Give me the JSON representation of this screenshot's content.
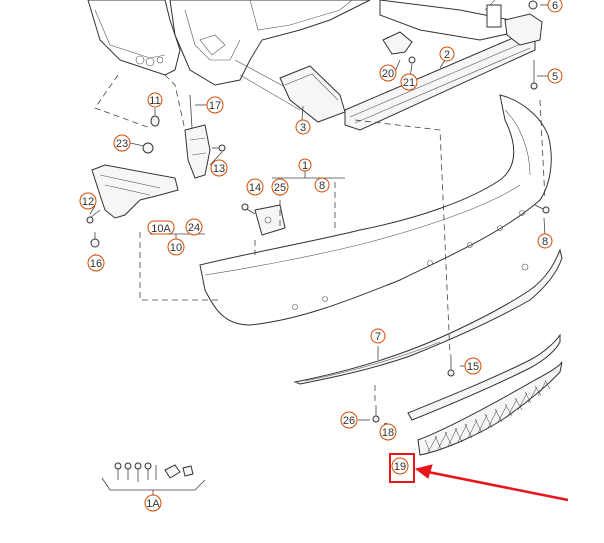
{
  "diagram": {
    "highlight_color": "#e8141b",
    "callout_color": "#d44a00",
    "labels": {
      "c6": "6",
      "c5": "5",
      "c2": "2",
      "c20": "20",
      "c21": "21",
      "c3": "3",
      "c11": "11",
      "c17": "17",
      "c23": "23",
      "c13": "13",
      "c1": "1",
      "c8a": "8",
      "c14": "14",
      "c25": "25",
      "c12": "12",
      "c10a": "10A",
      "c24": "24",
      "c10": "10",
      "c16": "16",
      "c8b": "8",
      "c7": "7",
      "c15": "15",
      "c26": "26",
      "c18": "18",
      "c19": "19",
      "c1a": "1A"
    }
  }
}
